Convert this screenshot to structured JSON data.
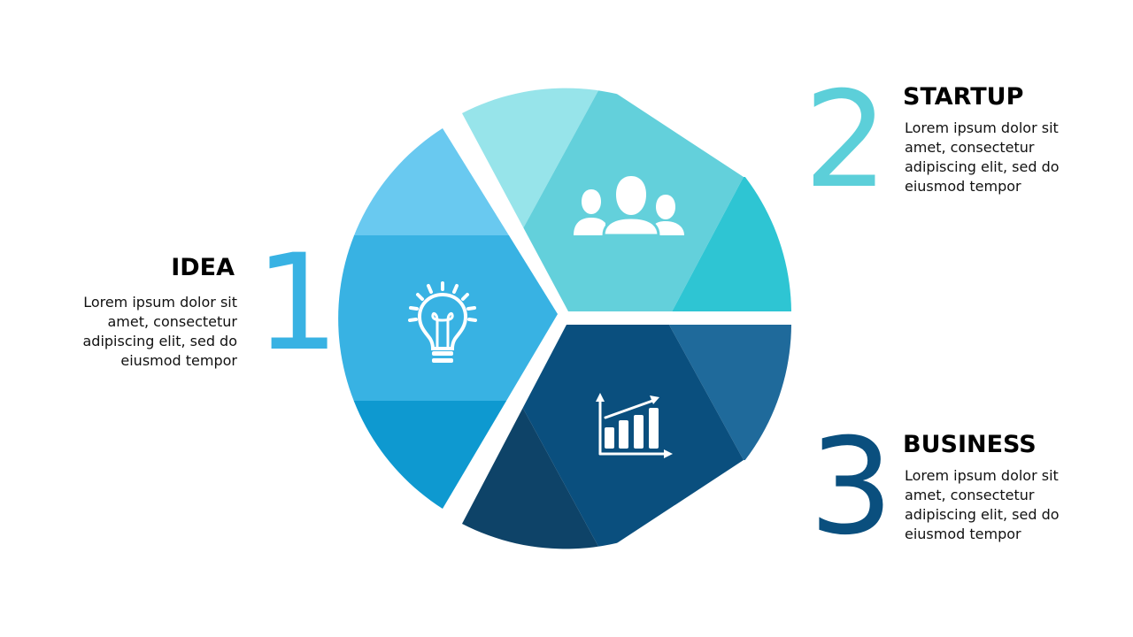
{
  "steps": [
    {
      "number": "1",
      "title": "IDEA",
      "body": "Lorem ipsum dolor sit amet, consectetur adipiscing elit, sed do eiusmod tempor",
      "icon": "lightbulb-icon",
      "color": "#38b2e3"
    },
    {
      "number": "2",
      "title": "STARTUP",
      "body": "Lorem ipsum dolor sit amet, consectetur adipiscing elit, sed do eiusmod tempor",
      "icon": "people-icon",
      "color": "#5ccfd9"
    },
    {
      "number": "3",
      "title": "BUSINESS",
      "body": "Lorem ipsum dolor sit amet, consectetur adipiscing elit, sed do eiusmod tempor",
      "icon": "growth-chart-icon",
      "color": "#0a4f7e"
    }
  ],
  "segment_colors": {
    "idea": [
      "#69c9f0",
      "#38b2e3",
      "#0e99d0"
    ],
    "startup": [
      "#97e4ea",
      "#63d0db",
      "#2ec5d3"
    ],
    "business": [
      "#1f6a9b",
      "#0a4f7e",
      "#0e4368"
    ]
  }
}
